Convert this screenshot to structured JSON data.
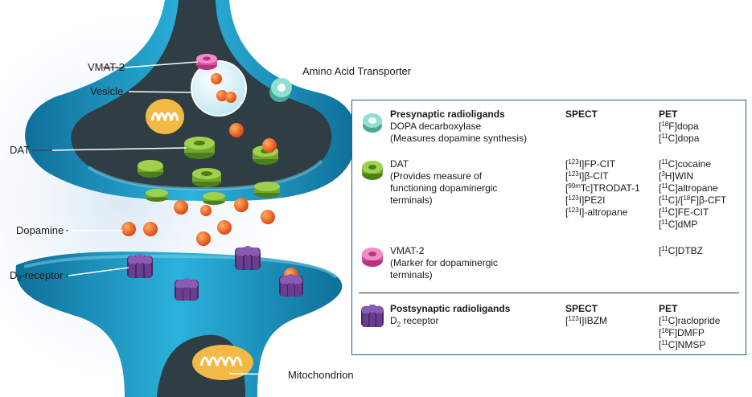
{
  "labels": {
    "vmat2": "VMAT-2",
    "vesicle": "Vesicle",
    "amino": "Amino Acid Transporter",
    "dat": "DAT",
    "dopamine": "Dopamine",
    "d2_prefix": "D",
    "d2_sub": "2",
    "d2_suffix": "-receptor",
    "mito": "Mitochondrion"
  },
  "table": {
    "presyn": {
      "title": "Presynaptic radioligands",
      "desc": [
        "DOPA decarboxylase",
        "(Measures dopamine synthesis)"
      ],
      "spect_header": "SPECT",
      "pet_header": "PET",
      "pet": [
        {
          "iso": "18",
          "el": "F",
          "name": "dopa"
        },
        {
          "iso": "11",
          "el": "C",
          "name": "dopa"
        }
      ]
    },
    "dat": {
      "title": "DAT",
      "desc": [
        "(Provides measure of",
        "functioning dopaminergic",
        "terminals)"
      ],
      "spect": [
        {
          "iso": "123",
          "el": "I",
          "name": "FP-CIT"
        },
        {
          "iso": "123",
          "el": "I",
          "name": "β-CIT"
        },
        {
          "iso": "99m",
          "el": "Tc",
          "name": "TRODAT-1"
        },
        {
          "iso": "123",
          "el": "I",
          "name": "PE2I"
        },
        {
          "iso": "123",
          "el": "I",
          "name": "-altropane"
        }
      ],
      "pet": [
        {
          "iso": "11",
          "el": "C",
          "name": "cocaine"
        },
        {
          "iso": "3",
          "el": "H",
          "name": "WIN"
        },
        {
          "iso": "11",
          "el": "C",
          "name": "altropane"
        },
        {
          "iso": "11",
          "el": "C",
          "name": "/",
          "iso2": "18",
          "el2": "F",
          "name2": "β-CFT"
        },
        {
          "iso": "11",
          "el": "C",
          "name": "FE-CIT"
        },
        {
          "iso": "11",
          "el": "C",
          "name": "dMP"
        }
      ]
    },
    "vmat": {
      "title": "VMAT-2",
      "desc": [
        "(Marker for dopaminergic",
        "terminals)"
      ],
      "pet": [
        {
          "iso": "11",
          "el": "C",
          "name": "DTBZ"
        }
      ]
    },
    "postsyn": {
      "title": "Postsynaptic radioligands",
      "desc_prefix": "D",
      "desc_sub": "2",
      "desc_suffix": " receptor",
      "spect_header": "SPECT",
      "pet_header": "PET",
      "spect": [
        {
          "iso": "123",
          "el": "I",
          "name": "IBZM"
        }
      ],
      "pet": [
        {
          "iso": "11",
          "el": "C",
          "name": "raclopride"
        },
        {
          "iso": "18",
          "el": "F",
          "name": "DMFP"
        },
        {
          "iso": "11",
          "el": "C",
          "name": "NMSP"
        }
      ]
    }
  },
  "colors": {
    "neuron": "#1a9fc9",
    "neuron_dark": "#0f6f99",
    "cytoplasm": "#2f3d45",
    "dopamine": "#f05a1e",
    "dat": "#6fa62e",
    "vmat": "#d94fa0",
    "amino": "#6dc9b8",
    "receptor": "#6b3d8f",
    "mito": "#f2b945",
    "border": "#1f5f8b"
  }
}
